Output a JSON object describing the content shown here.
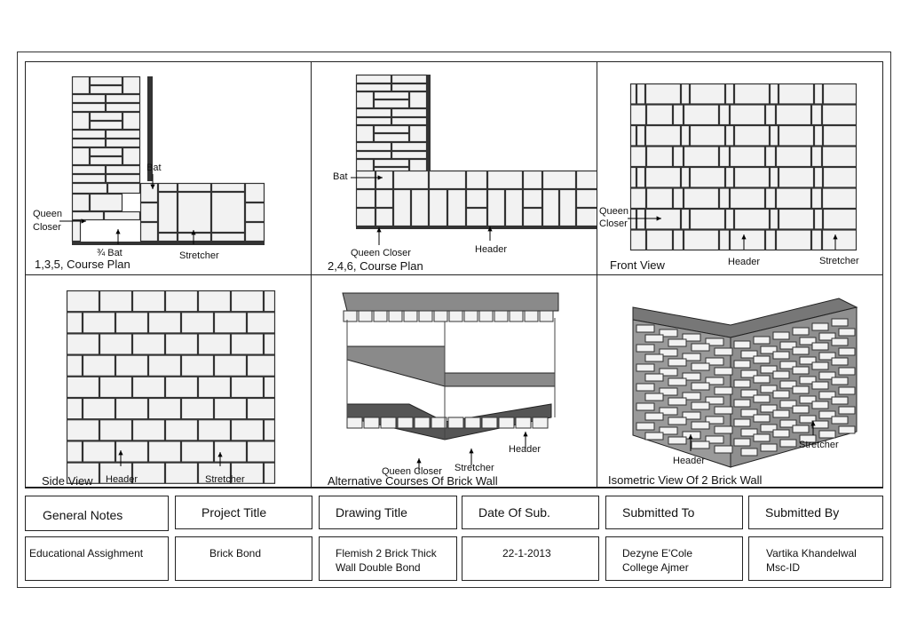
{
  "panels": {
    "p1": {
      "title": "1,3,5, Course Plan",
      "labels": {
        "bat": "Bat",
        "queen": "Queen\nCloser",
        "three_quarter_bat": "¾ Bat",
        "stretcher": "Stretcher"
      }
    },
    "p2": {
      "title": "2,4,6, Course Plan",
      "labels": {
        "bat": "Bat",
        "queen": "Queen Closer",
        "header": "Header"
      }
    },
    "p3": {
      "title": "Front View",
      "labels": {
        "queen": "Queen\nCloser",
        "header": "Header",
        "stretcher": "Stretcher"
      }
    },
    "p4": {
      "title": "Side View",
      "labels": {
        "header": "Header",
        "stretcher": "Stretcher"
      }
    },
    "p5": {
      "title": "Alternative Courses Of Brick Wall",
      "labels": {
        "header": "Header",
        "stretcher": "Stretcher",
        "queen": "Queen Closer"
      }
    },
    "p6": {
      "title": "Isometric View Of 2 Brick Wall",
      "labels": {
        "header": "Header",
        "stretcher": "Stretcher"
      }
    }
  },
  "titleblock": {
    "headers": [
      "General Notes",
      "Project Title",
      "Drawing Title",
      "Date Of Sub.",
      "Submitted To",
      "Submitted By"
    ],
    "values": [
      "Educational Assighment",
      "Brick Bond",
      "Flemish 2 Brick Thick\nWall Double Bond",
      "22-1-2013",
      "Dezyne E'Cole\nCollege Ajmer",
      "Vartika Khandelwal\nMsc-ID"
    ]
  },
  "colors": {
    "brick_fill": "#f2f2f2",
    "mortar": "#333333",
    "top_fill": "#777777",
    "slab_fill": "#8a8a8a"
  }
}
